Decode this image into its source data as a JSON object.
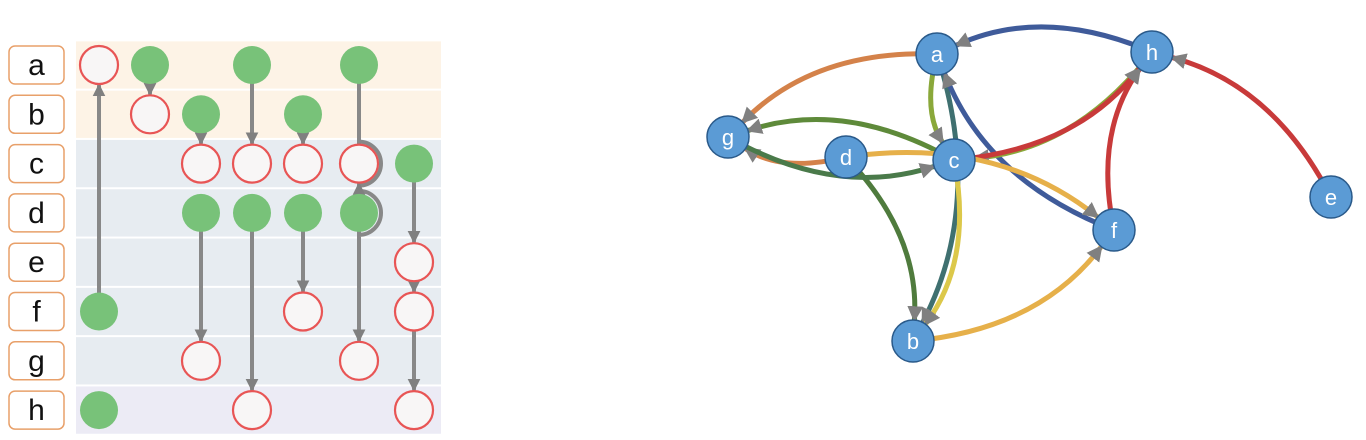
{
  "matrix_panel": {
    "rows": [
      {
        "label": "a",
        "group": "top"
      },
      {
        "label": "b",
        "group": "top"
      },
      {
        "label": "c",
        "group": "middle"
      },
      {
        "label": "d",
        "group": "middle"
      },
      {
        "label": "e",
        "group": "middle"
      },
      {
        "label": "f",
        "group": "middle"
      },
      {
        "label": "g",
        "group": "middle"
      },
      {
        "label": "h",
        "group": "bottom"
      }
    ],
    "group_colors": {
      "top": "#fdf3e6",
      "middle": "#e7ecf1",
      "bottom": "#ecebf5"
    },
    "label_box_border": "#e8a06a",
    "source_fill": "#78c279",
    "target_fill": "#f8f6f6",
    "target_stroke": "#e85555",
    "link_color": "#888888",
    "columns": [
      {
        "links": [
          {
            "from": "f",
            "to": "a"
          }
        ],
        "dots": [
          {
            "row": "h",
            "kind": "source"
          }
        ]
      },
      {
        "links": [
          {
            "from": "a",
            "to": "b"
          }
        ],
        "dots": []
      },
      {
        "links": [
          {
            "from": "b",
            "to": "c"
          },
          {
            "from": "d",
            "to": "g"
          }
        ],
        "dots": []
      },
      {
        "links": [
          {
            "from": "a",
            "to": "c"
          },
          {
            "from": "d",
            "to": "h"
          }
        ],
        "dots": []
      },
      {
        "links": [
          {
            "from": "b",
            "to": "c"
          },
          {
            "from": "d",
            "to": "f"
          }
        ],
        "dots": []
      },
      {
        "links": [
          {
            "from": "a",
            "to": "g"
          },
          {
            "from": "d",
            "to": "c"
          }
        ],
        "dots": []
      },
      {
        "links": [
          {
            "from": "c",
            "to": "e"
          },
          {
            "from": "e",
            "to": "f"
          },
          {
            "from": "f",
            "to": "h"
          }
        ],
        "dots": []
      }
    ]
  },
  "network_panel": {
    "nodes": [
      {
        "id": "a"
      },
      {
        "id": "h"
      },
      {
        "id": "g"
      },
      {
        "id": "d"
      },
      {
        "id": "c"
      },
      {
        "id": "e"
      },
      {
        "id": "f"
      },
      {
        "id": "b"
      }
    ],
    "node_fill": "#5b9bd5",
    "node_stroke": "#2a5a8a",
    "arrow_color": "#888888",
    "edges": [
      {
        "from": "a",
        "to": "g",
        "color": "#d4824a"
      },
      {
        "from": "d",
        "to": "g",
        "color": "#d4824a"
      },
      {
        "from": "c",
        "to": "g",
        "color": "#5e8a3a"
      },
      {
        "from": "d",
        "to": "b",
        "color": "#4f7b3d"
      },
      {
        "from": "g",
        "to": "c",
        "color": "#4a7a4a"
      },
      {
        "from": "a",
        "to": "b",
        "color": "#3f7070"
      },
      {
        "from": "h",
        "to": "a",
        "color": "#3f5b9a"
      },
      {
        "from": "f",
        "to": "a",
        "color": "#3f5b9a"
      },
      {
        "from": "a",
        "to": "c",
        "color": "#8aa83a"
      },
      {
        "from": "h",
        "to": "c",
        "color": "#8aa83a"
      },
      {
        "from": "c",
        "to": "h",
        "color": "#c83a3a"
      },
      {
        "from": "f",
        "to": "h",
        "color": "#c83a3a"
      },
      {
        "from": "e",
        "to": "h",
        "color": "#c83a3a"
      },
      {
        "from": "d",
        "to": "f",
        "color": "#e6b04a"
      },
      {
        "from": "b",
        "to": "f",
        "color": "#e6b04a"
      },
      {
        "from": "c",
        "to": "b",
        "color": "#dcc84a"
      }
    ]
  }
}
